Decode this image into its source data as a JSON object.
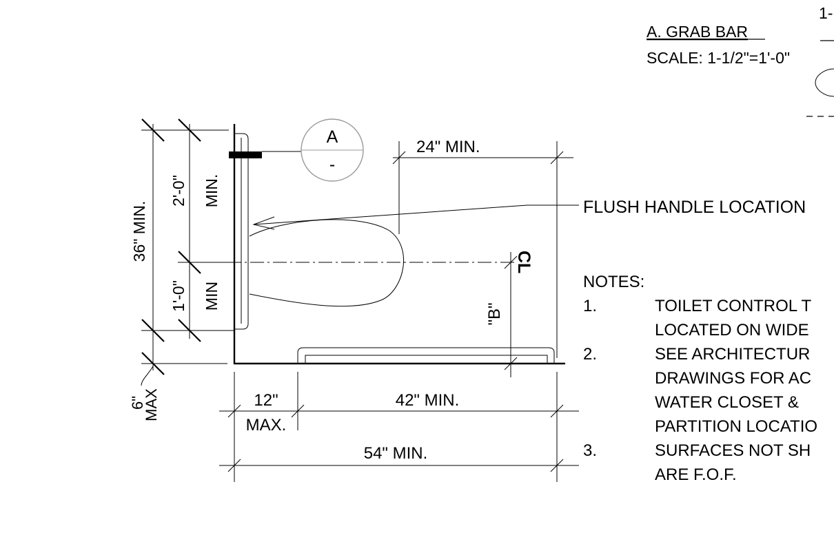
{
  "detail": {
    "title": "A. GRAB BAR",
    "scale": "SCALE: 1-1/2\"=1'-0\"",
    "partial_label": "1-"
  },
  "callout": {
    "top": "A",
    "bottom": "-"
  },
  "dimensions": {
    "overall_height": "36\" MIN.",
    "upper_height": "2'-0\"",
    "upper_min": "MIN.",
    "lower_height": "1'-0\"",
    "lower_min": "MIN",
    "sill": "6\"",
    "sill_max": "MAX",
    "seat_depth": "24\" MIN.",
    "centerline_height": "\"B\"",
    "centerline_symbol": "CL",
    "rear_offset": "12\"",
    "rear_offset_max": "MAX.",
    "bar_length": "42\" MIN.",
    "overall_length": "54\" MIN."
  },
  "flush_label": "FLUSH HANDLE LOCATION",
  "notes": {
    "heading": "NOTES:",
    "items": [
      {
        "num": "1.",
        "lines": [
          "TOILET CONTROL T",
          "LOCATED ON WIDE"
        ]
      },
      {
        "num": "2.",
        "lines": [
          "SEE ARCHITECTUR",
          "DRAWINGS FOR AC",
          "WATER CLOSET &",
          "PARTITION LOCATIO"
        ]
      },
      {
        "num": "3.",
        "lines": [
          "SURFACES NOT SH",
          "ARE F.O.F."
        ]
      }
    ]
  }
}
